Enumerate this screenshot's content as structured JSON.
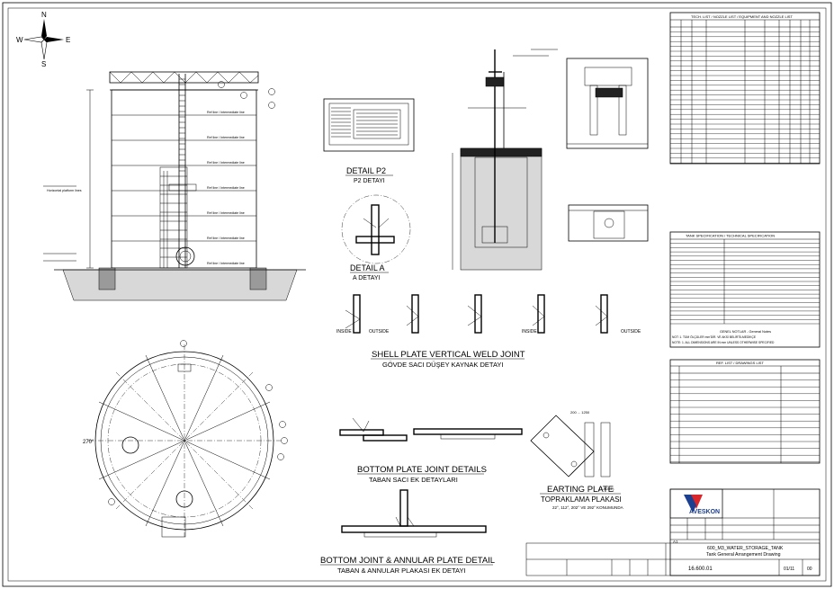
{
  "compass": {
    "n": "N",
    "s": "S",
    "e": "E",
    "w": "W"
  },
  "front_view": {
    "platform_note": "Horizontal platform lines",
    "level_notes": [
      "Ref line / Intermediate line",
      "Ref line / Intermediate line",
      "Ref line / Intermediate line",
      "Ref line / Intermediate line",
      "Ref line / Intermediate line",
      "Ref line / Intermediate line",
      "Ref line / Intermediate line"
    ]
  },
  "detail_p2": {
    "title": "DETAIL P2",
    "subtitle": "P2 DETAYI"
  },
  "detail_a": {
    "title": "DETAIL A",
    "subtitle": "A DETAYI"
  },
  "shell_joint": {
    "title": "SHELL PLATE VERTICAL WELD JOINT",
    "subtitle": "GÖVDE SACI DÜŞEY KAYNAK DETAYI",
    "inside": "INSIDE",
    "outside": "OUTSIDE"
  },
  "bottom_joint": {
    "title": "BOTTOM PLATE JOINT DETAILS",
    "subtitle": "TABAN SACI EK DETAYLARI"
  },
  "earthing": {
    "title": "EARTING PLATE",
    "subtitle": "TOPRAKLAMA PLAKASI",
    "note": "22°, 112°, 202° VE 292° KONUMUNDA",
    "tag": "(1 ADET)",
    "dim": "200 ... 1250"
  },
  "annular": {
    "title": "BOTTOM JOINT & ANNULAR PLATE DETAIL",
    "subtitle": "TABAN & ANNULAR PLAKASI EK DETAYI"
  },
  "plan": {
    "angle_left": "270°"
  },
  "nozzle_table": {
    "title": "TECH. LIST / NOZZLE LIST / EQUIPMENT AND NOZZLE LIST",
    "rows": 28
  },
  "spec_table": {
    "title": "TANK SPECIFICATION / TECHNICAL SPECIFICATION",
    "rows": 20,
    "general_notes": "GENEL NOTLAR - General Notes",
    "note_1": "NOT: 1. TÜM ÖLÇÜLER mm'DİR. VE AKSİ BELİRTİLMEDİKÇE",
    "note_2": "NOTE: 1. ALL DIMENSIONS ARE IN mm UNLESS OTHERWISE SPECIFIED"
  },
  "drawing_list": {
    "title": "REF. LIST / DRAWINGS LIST",
    "rows": 13
  },
  "title_block": {
    "company": "AVESKON",
    "project": "600_M3_WATER_STORAGE_TANK",
    "drawing_title": "Tank General Arrangement Drawing",
    "drawing_no": "16.600.01",
    "sheet": "01/11",
    "rev": "00",
    "scale_label": "A1"
  },
  "colors": {
    "logo_blue": "#1d3f8f",
    "logo_red": "#d8262a",
    "concrete": "#9a9a9a"
  }
}
